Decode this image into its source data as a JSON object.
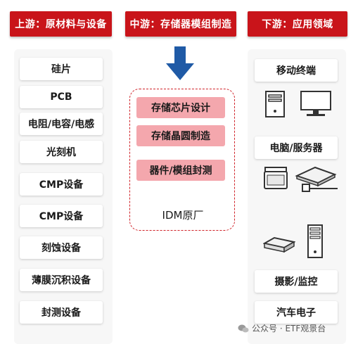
{
  "headers": {
    "upstream": "上游：原材料与设备",
    "midstream": "中游：存储器模组制造",
    "downstream": "下游：应用领域"
  },
  "upstream_items": [
    "硅片",
    "PCB",
    "电阻/电容/电感",
    "光刻机",
    "CMP设备",
    "CMP设备",
    "刻蚀设备",
    "薄膜沉积设备",
    "封测设备"
  ],
  "midstream_items": [
    "存储芯片设计",
    "存储晶圆制造",
    "器件/模组封测"
  ],
  "midstream_footer": "IDM原厂",
  "downstream_items": {
    "mobile": "移动终端",
    "pc_server": "电脑/服务器",
    "camera": "摄影/监控",
    "auto": "汽车电子"
  },
  "watermark": "公众号 · ETF观景台",
  "colors": {
    "accent_red": "#c9141a",
    "pink": "#f4a7ad",
    "arrow_blue": "#1f5aa6"
  },
  "icons": [
    "desktop-tower-icon",
    "monitor-icon",
    "printer-icon",
    "projector-icon",
    "set-top-box-icon",
    "server-tower-icon",
    "wechat-icon"
  ]
}
